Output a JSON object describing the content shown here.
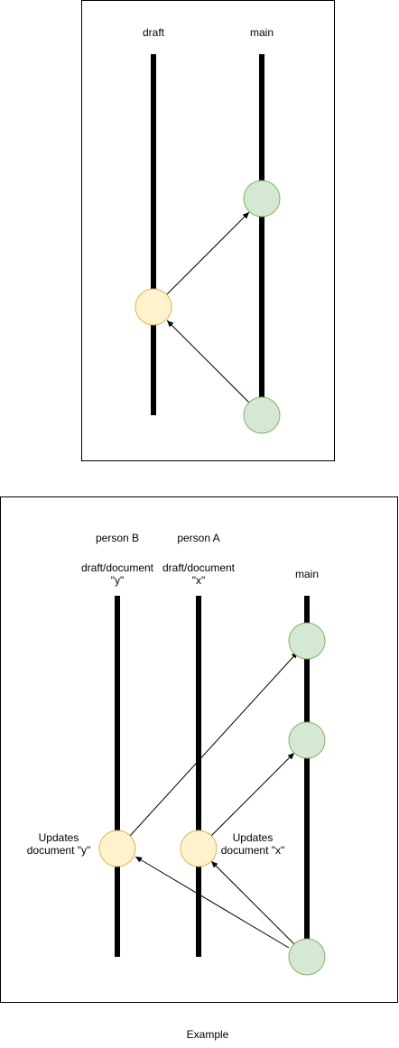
{
  "diagram1": {
    "branch_draft_label": "draft",
    "branch_main_label": "main"
  },
  "diagram2": {
    "person_b_label": "person B",
    "person_a_label": "person A",
    "branch_y_line1": "draft/document",
    "branch_y_line2": "\"y\"",
    "branch_x_line1": "draft/document",
    "branch_x_line2": "\"x\"",
    "branch_main_label": "main",
    "note_y_line1": "Updates",
    "note_y_line2": "document \"y\"",
    "note_x_line1": "Updates",
    "note_x_line2": "document \"x\""
  },
  "caption": "Example"
}
